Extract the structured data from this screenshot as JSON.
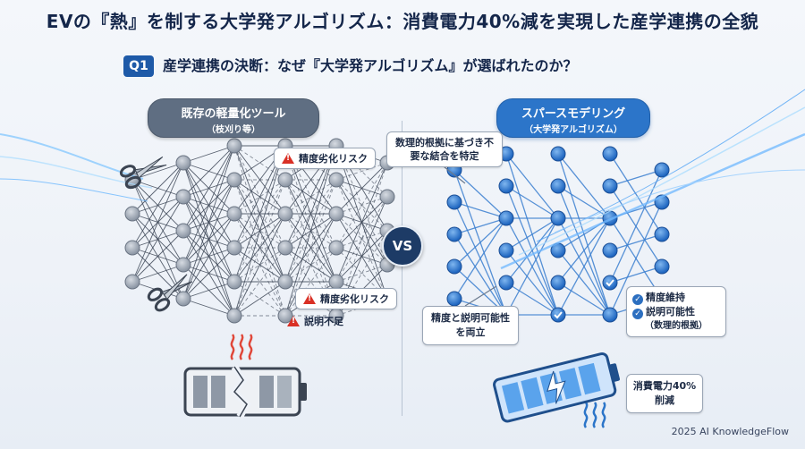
{
  "title": "EVの『熱』を制する大学発アルゴリズム：消費電力40%減を実現した産学連携の全貌",
  "question": {
    "badge": "Q1",
    "text": "産学連携の決断：なぜ『大学発アルゴリズム』が選ばれたのか？"
  },
  "left": {
    "label": "既存の軽量化ツール",
    "sublabel": "（枝刈り等）",
    "warnings": [
      "精度劣化リスク",
      "精度劣化リスク",
      "説明不足"
    ],
    "icons": [
      "scissors-icon",
      "warning-icon",
      "heat-icon",
      "broken-battery-icon"
    ]
  },
  "vs": "VS",
  "right": {
    "label": "スパースモデリング",
    "sublabel": "（大学発アルゴリズム）",
    "math_note": "数理的根拠に基づき不要な結合を特定",
    "balance_note": "精度と説明可能性を両立",
    "benefits": [
      "精度維持",
      "説明可能性"
    ],
    "benefit_sub": "（数理的根拠）",
    "saving": "消費電力40%削減",
    "icons": [
      "check-icon",
      "lightning-battery-icon",
      "cool-icon"
    ]
  },
  "credit": "2025 AI KnowledgeFlow",
  "colors": {
    "accent": "#2c75c9",
    "warning": "#d93025",
    "gray": "#5f6e82",
    "dark": "#14264a"
  }
}
